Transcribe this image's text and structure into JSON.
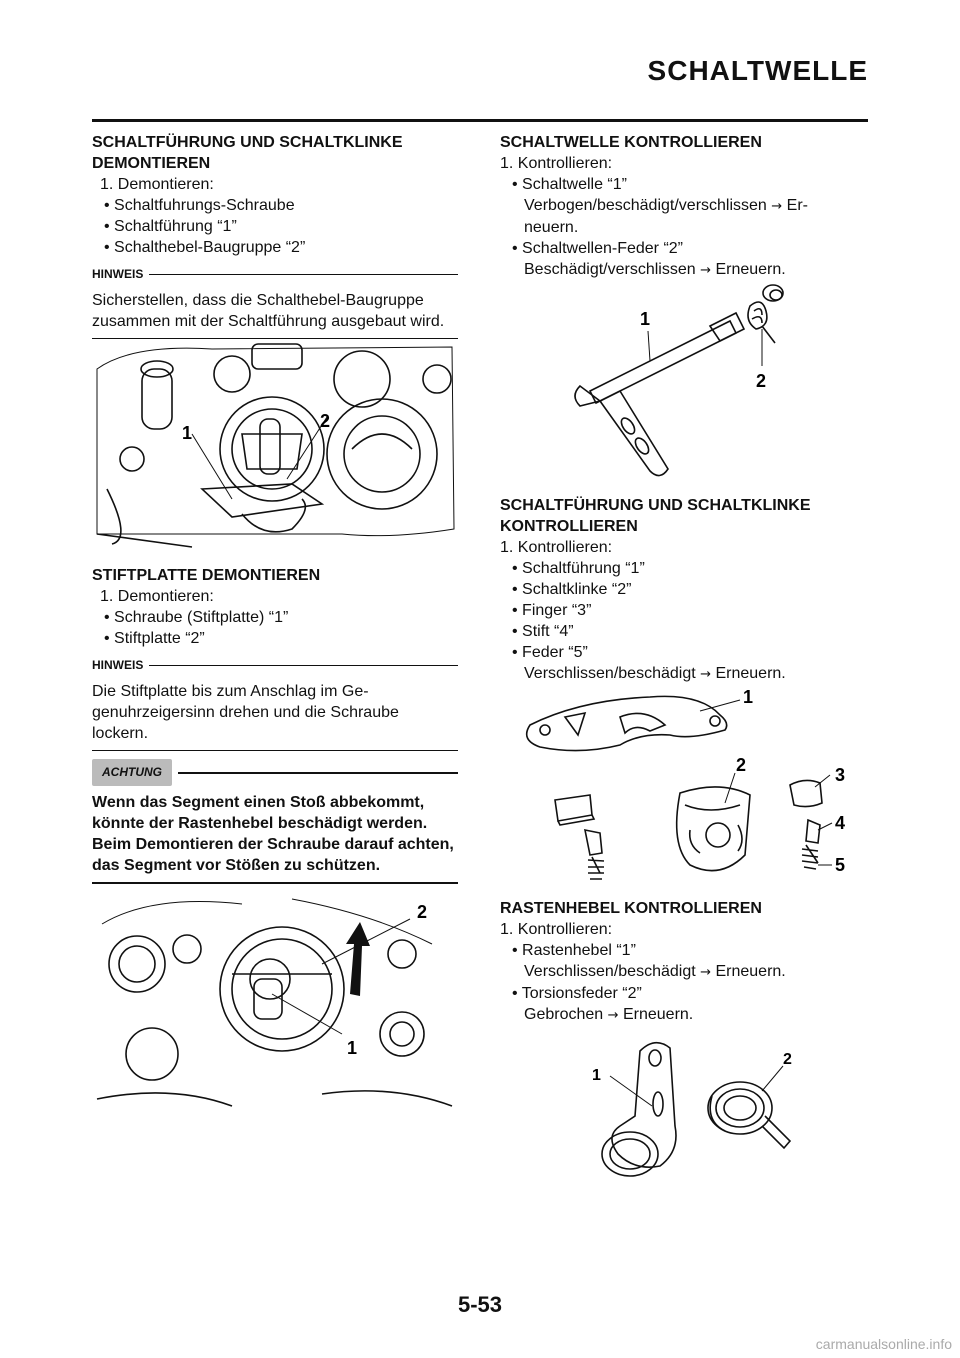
{
  "header": {
    "title": "SCHALTWELLE"
  },
  "left": {
    "sec1": {
      "heading": "SCHALTFÜHRUNG UND SCHALTKLINKE DEMONTIEREN",
      "step": "1. Demontieren:",
      "items": [
        "• Schaltfuhrungs-Schraube",
        "• Schaltführung “1”",
        "• Schalthebel-Baugruppe “2”"
      ],
      "note_label": "HINWEIS",
      "note_text": "Sicherstellen, dass die Schalthebel-Baugruppe zusammen mit der Schaltführung ausgebaut wird.",
      "fig_labels": [
        "1",
        "2"
      ]
    },
    "sec2": {
      "heading": "STIFTPLATTE DEMONTIEREN",
      "step": "1. Demontieren:",
      "items": [
        "• Schraube (Stiftplatte) “1”",
        "• Stiftplatte “2”"
      ],
      "note_label": "HINWEIS",
      "note_text": "Die Stiftplatte bis zum Anschlag im Ge-genuhrzeigersinn drehen und die Schraube lockern.",
      "caution_label": "ACHTUNG",
      "caution_text": "Wenn das Segment einen Stoß abbekommt, könnte der Rastenhebel beschädigt werden. Beim Demontieren der Schraube darauf achten, das Segment vor Stößen zu schützen.",
      "fig_labels": [
        "2",
        "1"
      ]
    }
  },
  "right": {
    "sec3": {
      "heading": "SCHALTWELLE KONTROLLIEREN",
      "step": "1. Kontrollieren:",
      "item1": "• Schaltwelle “1”",
      "item1_detail": "Verbogen/beschädigt/verschlissen",
      "item1_action": "Er-",
      "item1_cont": "neuern.",
      "item2": "• Schaltwellen-Feder “2”",
      "item2_detail": "Beschädigt/verschlissen",
      "item2_action": "Erneuern.",
      "fig_labels": [
        "1",
        "2"
      ]
    },
    "sec4": {
      "heading": "SCHALTFÜHRUNG UND SCHALTKLINKE KONTROLLIEREN",
      "step": "1. Kontrollieren:",
      "items": [
        "• Schaltführung “1”",
        "• Schaltklinke “2”",
        "• Finger “3”",
        "• Stift “4”",
        "• Feder “5”"
      ],
      "detail": "Verschlissen/beschädigt",
      "action": "Erneuern.",
      "fig_labels": [
        "1",
        "2",
        "3",
        "4",
        "5"
      ]
    },
    "sec5": {
      "heading": "RASTENHEBEL KONTROLLIEREN",
      "step": "1. Kontrollieren:",
      "item1": "• Rastenhebel “1”",
      "item1_detail": "Verschlissen/beschädigt",
      "item1_action": "Erneuern.",
      "item2": "• Torsionsfeder “2”",
      "item2_detail": "Gebrochen",
      "item2_action": "Erneuern.",
      "fig_labels": [
        "1",
        "2"
      ]
    }
  },
  "arrow_symbol": "→",
  "footer": {
    "page_number": "5-53",
    "watermark": "carmanualsonline.info"
  }
}
